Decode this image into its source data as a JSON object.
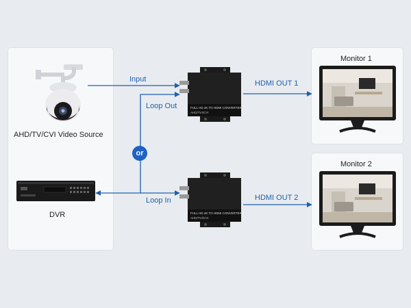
{
  "sources": {
    "camera_label": "AHD/TV/CVI Video Source",
    "dvr_label": "DVR",
    "or_badge": "or"
  },
  "connections": {
    "input": "Input",
    "loop_out": "Loop Out",
    "loop_in": "Loop In",
    "hdmi_out_1": "HDMI OUT 1",
    "hdmi_out_2": "HDMI OUT 2"
  },
  "converter": {
    "face_text": "FULL HD 4K TO HDMI CONVERTER",
    "brand_text": "AHD/TVI/CVI"
  },
  "monitors": {
    "monitor_1": "Monitor 1",
    "monitor_2": "Monitor 2"
  },
  "colors": {
    "wire": "#1f5fb0",
    "badge": "#1e62c4",
    "device": "#1a1a1a"
  }
}
